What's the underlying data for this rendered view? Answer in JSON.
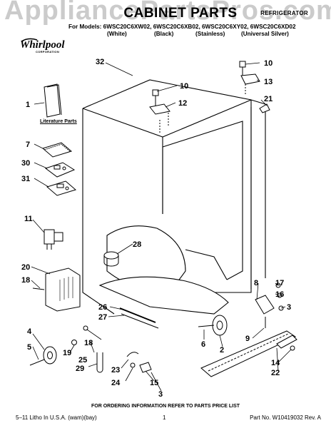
{
  "watermark": "AppliancePartsPros.com",
  "header": {
    "title": "CABINET PARTS",
    "category": "REFRIGERATOR",
    "models_line": "For Models: 6WSC20C6XW02, 6WSC20C6XB02, 6WSC20C6XY02, 6WSC20C6XD02",
    "variants": [
      "(White)",
      "(Black)",
      "(Stainless)",
      "(Universal Silver)"
    ]
  },
  "brand": {
    "name": "Whirlpool",
    "corporation": "CORPORATION"
  },
  "literature_label": "Literature Parts",
  "callouts": {
    "c1": "1",
    "c2": "2",
    "c3a": "3",
    "c3b": "3",
    "c4": "4",
    "c5": "5",
    "c6": "6",
    "c7": "7",
    "c8": "8",
    "c9": "9",
    "c10a": "10",
    "c10b": "10",
    "c11": "11",
    "c12": "12",
    "c13": "13",
    "c14": "14",
    "c15": "15",
    "c16": "16",
    "c17": "17",
    "c18a": "18",
    "c18b": "18",
    "c19": "19",
    "c20": "20",
    "c21": "21",
    "c22": "22",
    "c23": "23",
    "c24": "24",
    "c25": "25",
    "c26": "26",
    "c27": "27",
    "c28": "28",
    "c29": "29",
    "c30": "30",
    "c31": "31",
    "c32": "32"
  },
  "footer": {
    "ordering_note": "FOR ORDERING INFORMATION REFER TO PARTS PRICE LIST",
    "litho": "5–11 Litho In U.S.A. (wam)(bay)",
    "page": "1",
    "part_no": "Part No. W10419032 Rev. A"
  }
}
